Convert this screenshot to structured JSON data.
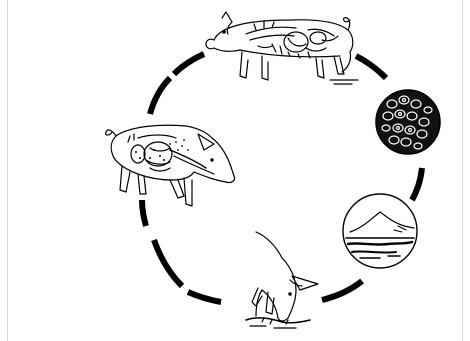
{
  "diagram": {
    "kind": "life-cycle-illustration",
    "ink_color": "#000000",
    "background_color": "#ffffff",
    "stages": [
      {
        "id": "pig-top",
        "icon": "pig-with-internal-organs-icon"
      },
      {
        "id": "magnified-eggs",
        "icon": "magnified-eggs-circle-icon"
      },
      {
        "id": "magnified-soil",
        "icon": "magnified-soil-mound-circle-icon"
      },
      {
        "id": "pig-rooting",
        "icon": "pig-rooting-in-soil-icon"
      },
      {
        "id": "pig-left",
        "icon": "pig-with-infected-lungs-icon"
      }
    ],
    "cycle_arrow_segments": 9
  }
}
